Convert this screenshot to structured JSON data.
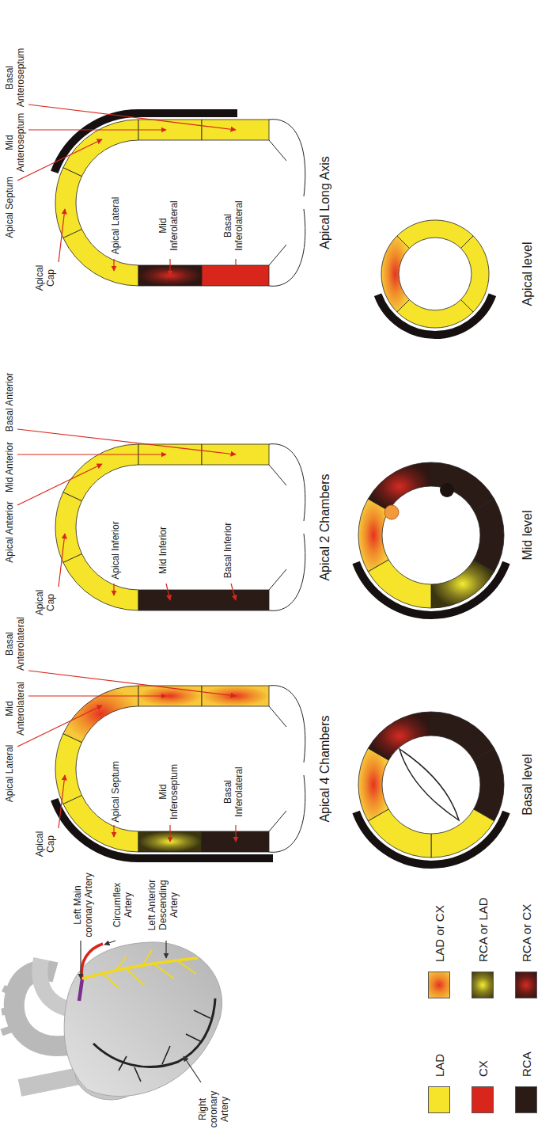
{
  "diagram": {
    "labels": [
      "Left Main coronary Artery",
      "Circumflex Artery",
      "Left Anterior Descending Artery",
      "Right coronary Artery",
      "Apical 4 Chambers",
      "Apical Cap",
      "Apical Septum",
      "Mid Inferoseptum",
      "Basal Inferolateral",
      "Apical Lateral",
      "Mid Anterolateral",
      "Basal Anterolateral",
      "Apical 2 Chambers",
      "Apical Cap",
      "Apical Inferior",
      "Mid Inferior",
      "Basal Inferior",
      "Apical Anterior",
      "Mid Anterior",
      "Basal Anterior",
      "Apical Long Axis",
      "Apical Cap",
      "Apical Septum",
      "Mid Anteroseptum",
      "Basal Anteroseptum",
      "Apical Lateral",
      "Mid Inferolateral",
      "Basal Inferolateral",
      "Basal level",
      "Mid level",
      "Apical level"
    ],
    "legend": [
      {
        "text": "LAD",
        "color": "#f6e42a"
      },
      {
        "text": "CX",
        "color": "#d8261c"
      },
      {
        "text": "RCA",
        "color": "#2b1b17"
      },
      {
        "text": "LAD or CX"
      },
      {
        "text": "RCA or LAD"
      },
      {
        "text": "RCA or CX"
      }
    ]
  }
}
